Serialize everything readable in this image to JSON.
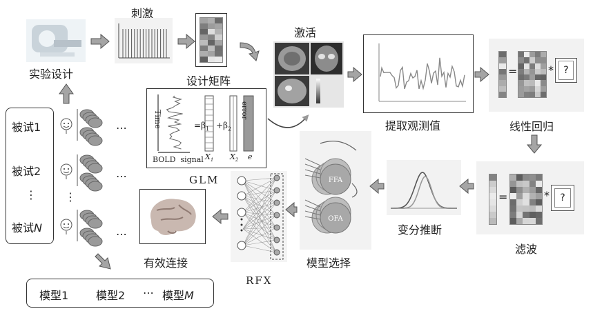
{
  "labels": {
    "experiment_design": "实验设计",
    "stimulus": "刺激",
    "design_matrix": "设计矩阵",
    "activation": "激活",
    "extract_values": "提取观测值",
    "linear_regression": "线性回归",
    "filtering": "滤波",
    "variational_inference": "变分推断",
    "model_selection": "模型选择",
    "effective_connectivity": "有效连接",
    "glm": "GLM",
    "rfx": "RFX"
  },
  "subjects": {
    "s1": "被试1",
    "s2": "被试2",
    "dots": "⋮",
    "sN_prefix": "被试",
    "sN_suffix": "N"
  },
  "models": {
    "m1": "模型1",
    "m2": "模型2",
    "dots": "⋯",
    "mM_prefix": "模型",
    "mM_suffix": "M"
  },
  "glm_box": {
    "time": "Time",
    "bold": "BOLD",
    "signal": "signal",
    "eq": "=β",
    "eq_sub": "1",
    "plus": "+β",
    "plus_sub": "2",
    "x1": "X",
    "x1_sub": "1",
    "x2": "X",
    "x2_sub": "2",
    "error": "error",
    "e": "e"
  },
  "regression": {
    "equals": "=",
    "times": "*",
    "unknown": "?"
  },
  "dcm_nodes": {
    "ffa": "FFA",
    "ofa": "OFA"
  },
  "hdots": "⋯",
  "colors": {
    "arrow_gray": "#9a9a9a",
    "panel_bg": "#f2f2f2",
    "dcm_node": "#a8a8a8"
  }
}
